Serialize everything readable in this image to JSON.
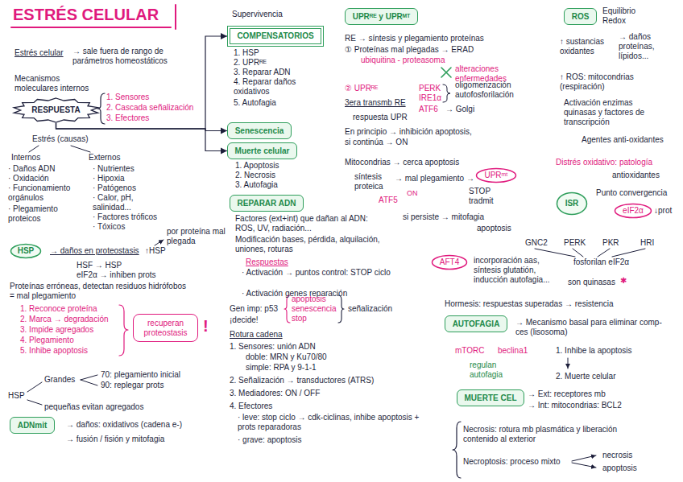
{
  "diagram": {
    "title": "ESTRÉS CELULAR",
    "nodes": [
      {
        "text": [
          "RESPUESTA"
        ]
      },
      {
        "text": [
          "COMPENSATORIOS"
        ]
      },
      {
        "text": [
          "Senescencia"
        ]
      },
      {
        "text": [
          "Muerte celular"
        ]
      },
      {
        "text": [
          "HSP"
        ]
      },
      {
        "text": [
          "recuperan proteostasis"
        ]
      },
      {
        "text": [
          "ADNmit"
        ]
      },
      {
        "text": [
          "REPARAR ADN"
        ]
      },
      {
        "text": [
          "UPRᴿᴱ y UPRᴹᵀ"
        ]
      },
      {
        "text": [
          "UPRᵐᵗ"
        ]
      },
      {
        "text": [
          "ROS"
        ]
      },
      {
        "text": [
          "ISR"
        ]
      },
      {
        "text": [
          "eIF2α"
        ]
      },
      {
        "text": [
          "AFT4"
        ]
      },
      {
        "text": [
          "AUTOFAGIA"
        ]
      },
      {
        "text": [
          "MUERTE CEL"
        ]
      }
    ],
    "edges": [
      {
        "from": 0,
        "to": 1,
        "arrow": "to"
      },
      {
        "from": 0,
        "to": 2,
        "arrow": "to"
      },
      {
        "from": 0,
        "to": 3,
        "arrow": "to"
      }
    ],
    "labels": [
      "Estrés celular",
      "→ sale fuera de rango de parámetros homeostáticos",
      "Mecanismos moleculares internos",
      "1. Sensores",
      "2. Cascada señalización",
      "3. Efectores",
      "Estrés (causas)",
      "Internos",
      "· Daños ADN",
      "· Oxidación",
      "· Funcionamiento orgánulos",
      "· Plegamiento proteicos",
      "Externos",
      "· Nutrientes",
      "· Hipoxia",
      "· Patógenos",
      "· Calor, pH, salinidad...",
      "· Factores tróficos",
      "· Tóxicos",
      "→ daños en proteostasis",
      "↑HSP",
      "por proteína mal plegada",
      "HSF → HSP",
      "eIF2α → inhiben prots",
      "Proteínas erróneas, detectan residuos hidrófobos = mal plegamiento",
      "1. Reconoce proteína",
      "2. Marca → degradación",
      "3. Impide agregados",
      "4. Plegamiento",
      "5. Inhibe apoptosis",
      "!",
      "HSP",
      "Grandes",
      "70: plegamiento inicial",
      "90: replegar prots",
      "pequeñas evitan agregados",
      "→ daños: oxidativos (cadena e-)",
      "→ fusión / fisión y mitofagia",
      "Supervivencia",
      "1. HSP",
      "2. UPRᴿᴱ",
      "3. Reparar ADN",
      "4. Reparar daños oxidativos",
      "5. Autofagia",
      "1. Apoptosis",
      "2. Necrosis",
      "3. Autofagia",
      "Factores (ext+int) que dañan al ADN: ROS, UV, radiación...",
      "Modificación bases, pérdida, alquilación, uniones, roturas",
      "Respuestas",
      "· Activación → puntos control: STOP ciclo",
      "· Activación genes reparación",
      "Gen imp: p53",
      "apoptosis",
      "senescencia",
      "stop",
      "señalización",
      "¡decide!",
      "Rotura cadena",
      "1. Sensores: unión ADN",
      "doble: MRN y Ku70/80",
      "simple: RPA y 9-1-1",
      "2. Señalización → transductores (ATRS)",
      "3. Mediadores: ON / OFF",
      "4. Efectores",
      "· leve: stop ciclo → cdk-ciclinas, inhibe apoptosis + prots reparadoras",
      "· grave: apoptosis",
      "RE → síntesis y plegamiento proteínas",
      "① Proteínas mal plegadas → ERAD",
      "ubiquitina - proteasoma",
      "alteraciones enfermedades",
      "② UPRᴿᴱ",
      "3era transmb RE",
      "PERK",
      "IRE1α",
      "ATF6",
      "oligomerización autofosforilación",
      "→ Golgi",
      "respuesta UPR",
      "En principio → inhibición apoptosis,",
      "si continúa → ON",
      "Mitocondrias → cerca apoptosis",
      "síntesis proteica",
      "→ mal plegamiento →",
      "ATF5",
      "ON",
      "STOP tradmit",
      "si persiste → mitofagia",
      "apoptosis",
      "Equilibrio Redox",
      "↑ sustancias oxidantes",
      "→ daños proteínas, lípidos...",
      "↑ ROS: mitocondrias (respiración)",
      "Activación enzimas quinasas y factores de transcripción",
      "Agentes anti-oxidantes",
      "Distrés oxidativo: patología",
      "antioxidantes",
      "Punto convergencia",
      "↓prot",
      "GNC2",
      "PERK",
      "PKR",
      "HRI",
      "fosforilan eIF2α",
      "son quinasas",
      "✱",
      "incorporación aas, síntesis glutatión, inducción autofagia...",
      "Hormesis: respuestas superadas → resistencia",
      "→ Mecanismo basal para eliminar comp-ces (lisosoma)",
      "mTORC",
      "beclina1",
      "regulan autofagia",
      "1. Inhibe la apoptosis",
      "2. Muerte celular",
      "→ Ext: receptores mb",
      "→ Int: mitocondrias: BCL2",
      "Necrosis: rotura mb plasmática y liberación contenido al exterior",
      "Necroptosis: proceso mixto",
      "necrosis",
      "apoptosis"
    ]
  }
}
